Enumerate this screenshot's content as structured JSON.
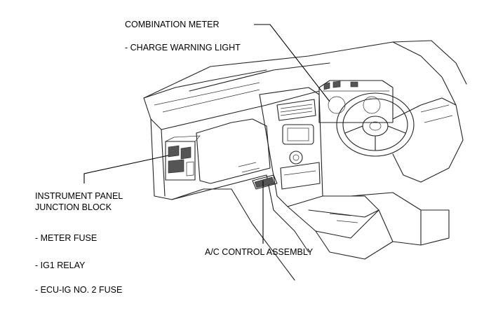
{
  "callouts": {
    "combination_meter": {
      "title": "COMBINATION METER",
      "items": [
        "- CHARGE WARNING LIGHT"
      ]
    },
    "junction_block": {
      "title_lines": [
        "INSTRUMENT PANEL",
        "JUNCTION BLOCK"
      ],
      "items": [
        "- METER FUSE",
        "- IG1 RELAY",
        "- ECU-IG NO. 2 FUSE"
      ]
    },
    "ac_control": {
      "title": "A/C CONTROL ASSEMBLY"
    }
  }
}
